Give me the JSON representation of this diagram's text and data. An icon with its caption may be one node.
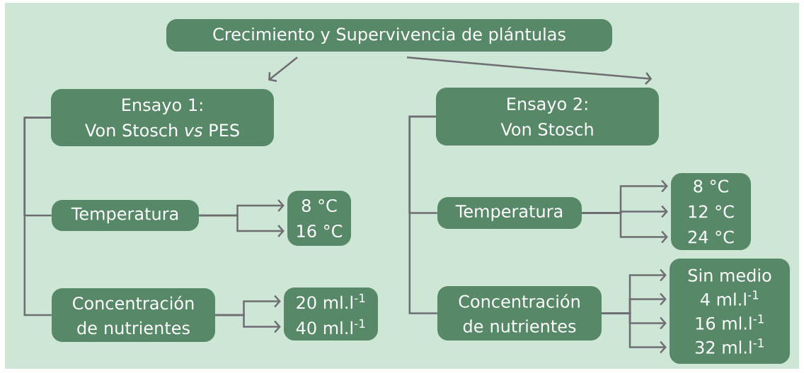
{
  "diagram": {
    "nodes": [
      {
        "text": [
          "Crecimiento y Supervivencia de plántulas"
        ]
      },
      {
        "text": [
          "Ensayo 1:",
          "Von Stosch *vs* PES"
        ]
      },
      {
        "text": [
          "Temperatura"
        ]
      },
      {
        "text": [
          "8 °C",
          "16 °C"
        ]
      },
      {
        "text": [
          "Concentración de nutrientes"
        ]
      },
      {
        "text": [
          "20 ml.l$^{-1}$",
          "40 ml.l$^{-1}$"
        ]
      },
      {
        "text": [
          "Ensayo 2:",
          "Von Stosch"
        ]
      },
      {
        "text": [
          "Temperatura"
        ]
      },
      {
        "text": [
          "8 °C",
          "12 °C",
          "24 °C"
        ]
      },
      {
        "text": [
          "Concentración de nutrientes"
        ]
      },
      {
        "text": [
          "Sin medio",
          "4 ml.l$^{-1}$",
          "16 ml.l$^{-1}$",
          "32 ml.l$^{-1}$"
        ]
      }
    ],
    "edges": [
      {
        "from": 0,
        "to": 1,
        "arrow": "to"
      },
      {
        "from": 0,
        "to": 6,
        "arrow": "to"
      },
      {
        "from": 1,
        "to": 2,
        "arrow": "none"
      },
      {
        "from": 1,
        "to": 4,
        "arrow": "none"
      },
      {
        "from": 2,
        "to": 3,
        "arrow": "to"
      },
      {
        "from": 2,
        "to": 3,
        "arrow": "to"
      },
      {
        "from": 4,
        "to": 5,
        "arrow": "to"
      },
      {
        "from": 4,
        "to": 5,
        "arrow": "to"
      },
      {
        "from": 6,
        "to": 7,
        "arrow": "none"
      },
      {
        "from": 6,
        "to": 9,
        "arrow": "none"
      },
      {
        "from": 7,
        "to": 8,
        "arrow": "to"
      },
      {
        "from": 7,
        "to": 8,
        "arrow": "to"
      },
      {
        "from": 7,
        "to": 8,
        "arrow": "to"
      },
      {
        "from": 9,
        "to": 10,
        "arrow": "to"
      },
      {
        "from": 9,
        "to": 10,
        "arrow": "to"
      },
      {
        "from": 9,
        "to": 10,
        "arrow": "to"
      },
      {
        "from": 9,
        "to": 10,
        "arrow": "to"
      }
    ]
  }
}
